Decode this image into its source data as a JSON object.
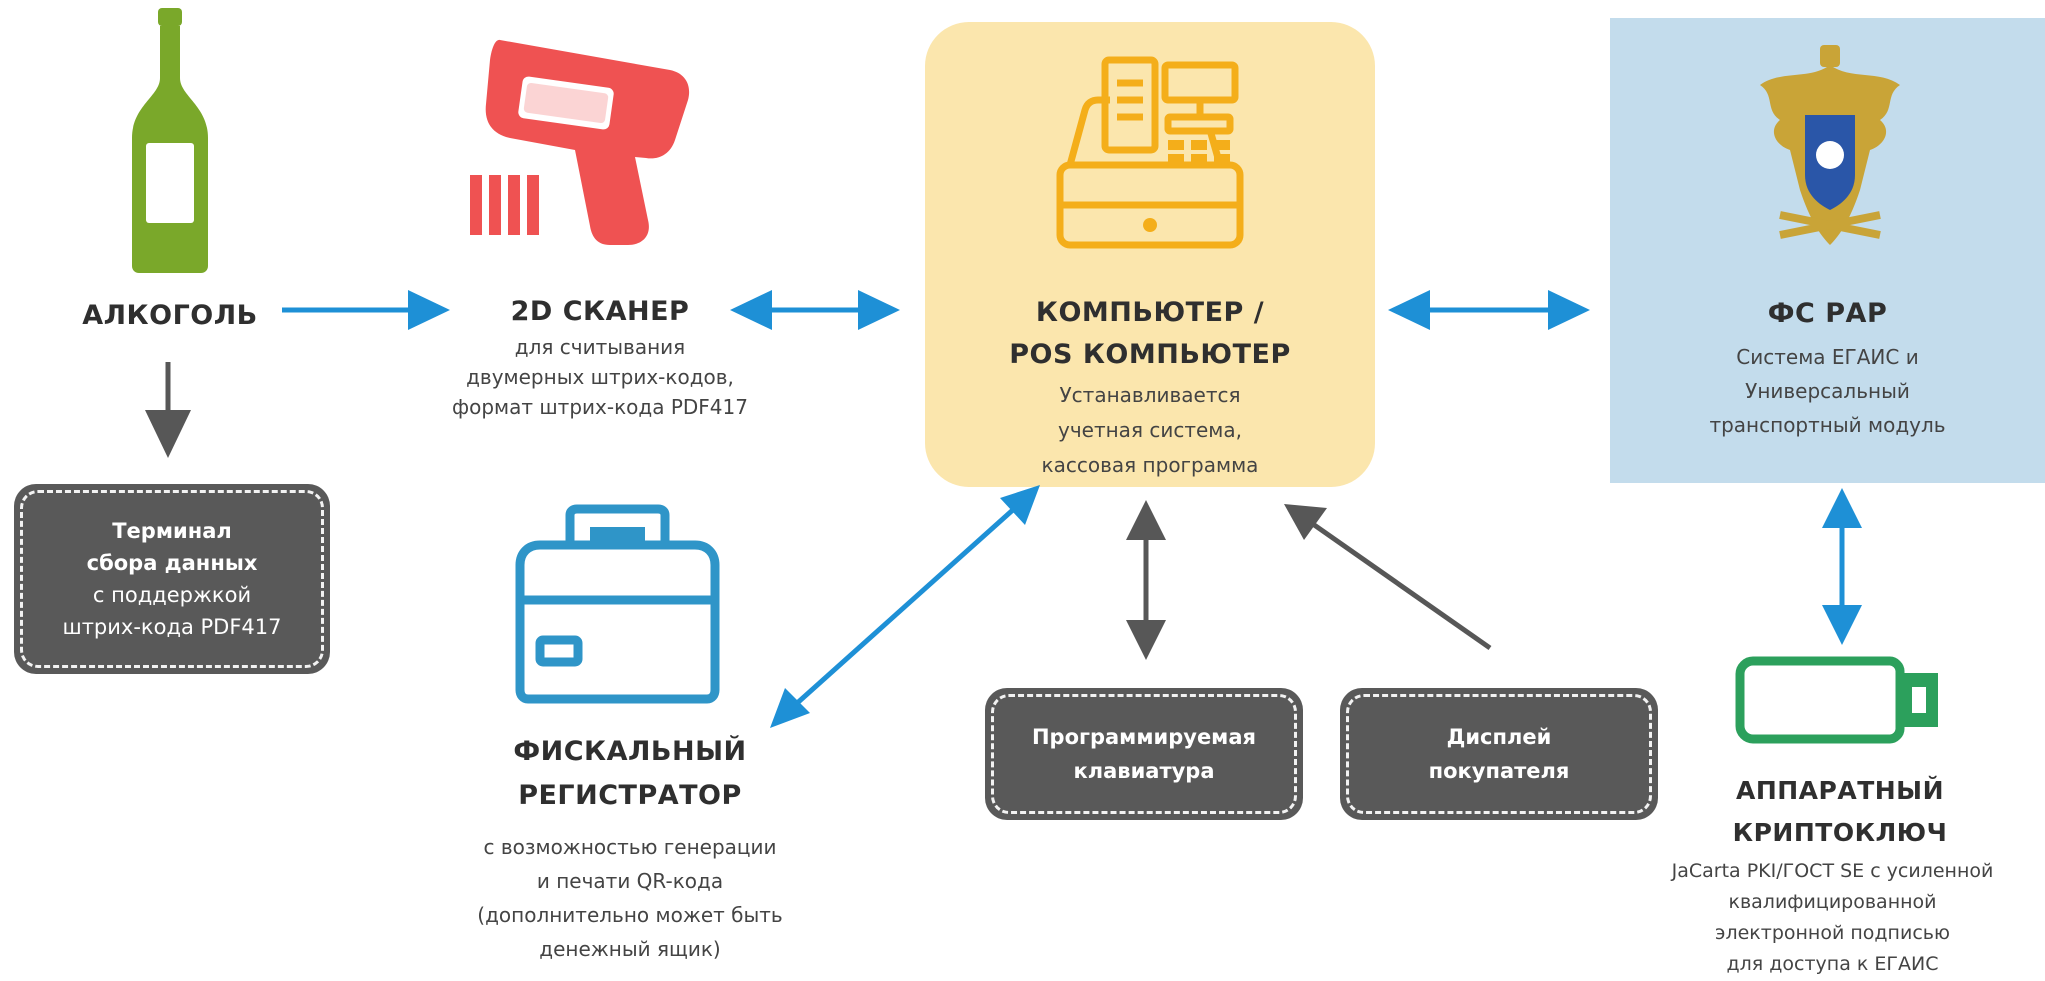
{
  "colors": {
    "arrow_blue": "#1e90d6",
    "arrow_gray": "#575757",
    "bottle_green": "#7aa82a",
    "scanner_red": "#ef5252",
    "pos_orange": "#f4ae1a",
    "printer_blue": "#2f95c8",
    "usb_green": "#2ca05c",
    "pc_panel_bg": "#fbe6ad",
    "fsrar_panel_bg": "#c3dcec"
  },
  "alcohol": {
    "icon": "bottle-icon",
    "title": "АЛКОГОЛЬ"
  },
  "terminal": {
    "line1": "Терминал",
    "line2": "сбора данных",
    "line3": "с поддержкой",
    "line4": "штрих-кода PDF417"
  },
  "scanner": {
    "icon": "barcode-scanner-icon",
    "title": "2D СКАНЕР",
    "desc1": "для считывания",
    "desc2": "двумерных штрих-кодов,",
    "desc3": "формат штрих-кода PDF417"
  },
  "computer": {
    "icon": "cash-register-icon",
    "title1": "КОМПЬЮТЕР /",
    "title2": "POS КОМПЬЮТЕР",
    "desc1": "Устанавливается",
    "desc2": "учетная система,",
    "desc3": "кассовая программа"
  },
  "fsrar": {
    "icon": "coat-of-arms-icon",
    "title": "ФС РАР",
    "desc1": "Система ЕГАИС и",
    "desc2": "Универсальный",
    "desc3": "транспортный модуль"
  },
  "fiscal": {
    "icon": "receipt-printer-icon",
    "title1": "ФИСКАЛЬНЫЙ",
    "title2": "РЕГИСТРАТОР",
    "desc1": "с возможностью генерации",
    "desc2": "и печати QR-кода",
    "desc3": "(дополнительно может быть",
    "desc4": "денежный ящик)"
  },
  "keyboard": {
    "line1": "Программируемая",
    "line2": "клавиатура"
  },
  "display": {
    "line1": "Дисплей",
    "line2": "покупателя"
  },
  "cryptokey": {
    "icon": "usb-token-icon",
    "title1": "АППАРАТНЫЙ",
    "title2": "КРИПТОКЛЮЧ",
    "desc1": "JaCarta PKI/ГОСТ SE с усиленной",
    "desc2": "квалифицированной",
    "desc3": "электронной подписью",
    "desc4": "для доступа к ЕГАИС"
  }
}
